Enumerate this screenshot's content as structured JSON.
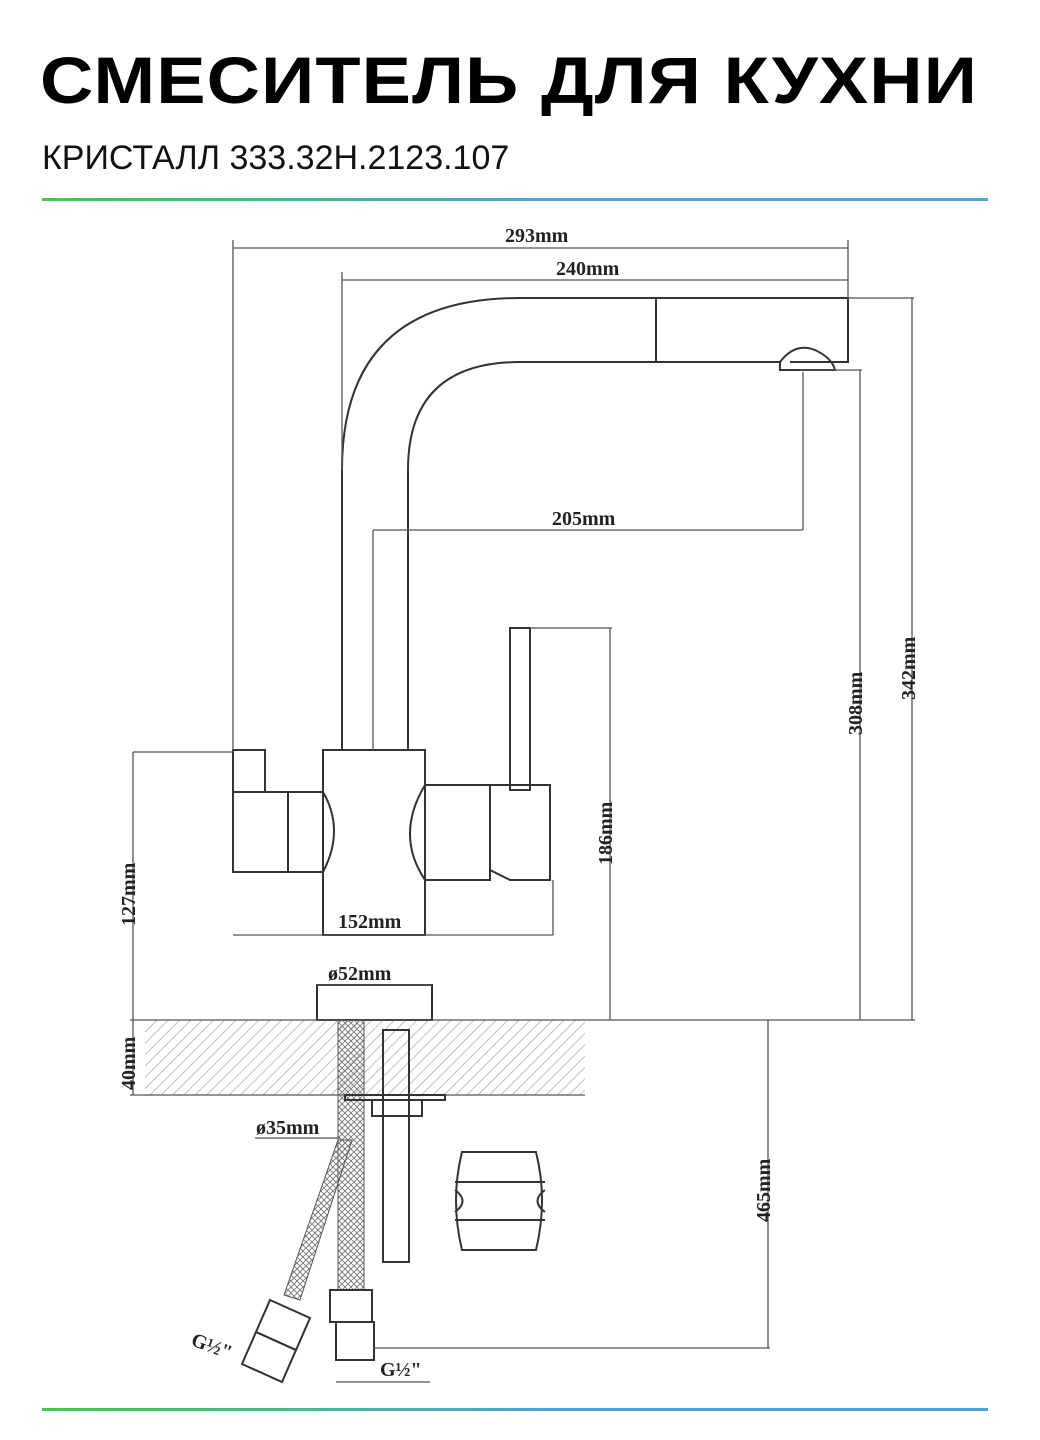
{
  "header": {
    "title": "СМЕСИТЕЛЬ ДЛЯ КУХНИ",
    "subtitle": "КРИСТАЛЛ 333.32Н.2123.107"
  },
  "drawing": {
    "dimensions": {
      "total_length": "293mm",
      "spout_length": "240mm",
      "spout_reach": "205mm",
      "total_height": "342mm",
      "spout_height": "308mm",
      "lever_height": "186mm",
      "body_height": "127mm",
      "body_width": "152mm",
      "base_diameter": "ø52mm",
      "countertop_thickness": "40mm",
      "shank_diameter": "ø35mm",
      "hose_length": "465mm",
      "thread_left": "G½\"",
      "thread_right": "G½\""
    }
  },
  "colors": {
    "rule_start": "#3fcb4c",
    "rule_end": "#4aa6d8"
  }
}
